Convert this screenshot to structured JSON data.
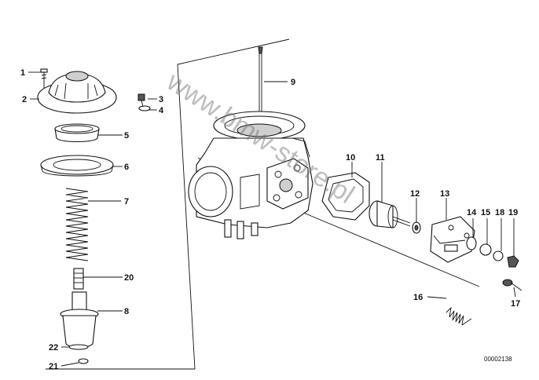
{
  "watermark": "www.bmw-store.pl",
  "reference_number": "00002138",
  "callouts": [
    {
      "id": "1",
      "text": "1"
    },
    {
      "id": "2",
      "text": "2"
    },
    {
      "id": "3",
      "text": "3"
    },
    {
      "id": "4",
      "text": "4"
    },
    {
      "id": "5",
      "text": "5"
    },
    {
      "id": "6",
      "text": "6"
    },
    {
      "id": "7",
      "text": "7"
    },
    {
      "id": "8",
      "text": "8"
    },
    {
      "id": "9",
      "text": "9"
    },
    {
      "id": "10",
      "text": "10"
    },
    {
      "id": "11",
      "text": "11"
    },
    {
      "id": "12",
      "text": "12"
    },
    {
      "id": "13",
      "text": "13"
    },
    {
      "id": "14",
      "text": "14"
    },
    {
      "id": "15",
      "text": "15"
    },
    {
      "id": "16",
      "text": "16"
    },
    {
      "id": "17",
      "text": "17"
    },
    {
      "id": "18",
      "text": "18"
    },
    {
      "id": "19",
      "text": "19"
    },
    {
      "id": "20",
      "text": "20"
    },
    {
      "id": "21",
      "text": "21"
    },
    {
      "id": "22",
      "text": "22"
    }
  ]
}
